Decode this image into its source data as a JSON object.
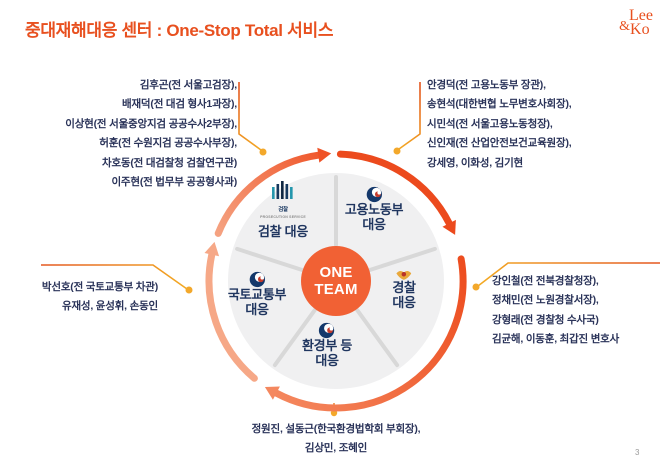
{
  "title": "중대재해대응 센터 : One-Stop Total 서비스",
  "logo": {
    "amp": "&",
    "top": "Lee",
    "bottom": "Ko"
  },
  "page_number": "3",
  "colors": {
    "accent_orange": "#E8501F",
    "ring_strong": "#EC4A1D",
    "ring_light": "#F6A887",
    "name_navy": "#2A3359",
    "label_navy": "#1F355F",
    "connector_gold": "#F3A82B",
    "center_circle": "#F16134",
    "inner_circle_gray": "#F0F0F1"
  },
  "diagram": {
    "center": {
      "line1": "ONE",
      "line2": "TEAM"
    },
    "sectors": {
      "prosecution": {
        "label": "검찰 대응",
        "icon_text": "검찰",
        "icon_subtext": "PROSECUTION SERVICE"
      },
      "labor": {
        "line1": "고용노동부",
        "line2": "대응"
      },
      "police": {
        "line1": "경찰",
        "line2": "대응"
      },
      "environment": {
        "line1": "환경부 등",
        "line2": "대응"
      },
      "land": {
        "line1": "국토교통부",
        "line2": "대응"
      }
    }
  },
  "teams": {
    "prosecution": [
      "김후곤(전 서울고검장),",
      "배재덕(전 대검 형사1과장),",
      "이상현(전 서울중앙지검 공공수사2부장),",
      "허훈(전 수원지검 공공수사부장),",
      "차호동(전 대검찰청 검찰연구관)",
      "이주현(전 법무부 공공형사과)"
    ],
    "labor": [
      "안경덕(전 고용노동부 장관),",
      "송현석(대한변협 노무변호사회장),",
      "시민석(전 서울고용노동청장),",
      "신인재(전 산업안전보건교육원장),",
      "강세영, 이화성, 김기현"
    ],
    "land": [
      "박선호(전 국토교통부 차관)",
      "유재성, 윤성휘, 손동인"
    ],
    "police": [
      "강인철(전 전북경찰청장),",
      "정채민(전 노원경찰서장),",
      "강형래(전 경찰청 수사국)",
      "김균해, 이동훈, 최갑진 변호사"
    ],
    "environment": [
      "정원진, 설동근(한국환경법학회 부회장),",
      "김상민, 조혜인"
    ]
  }
}
